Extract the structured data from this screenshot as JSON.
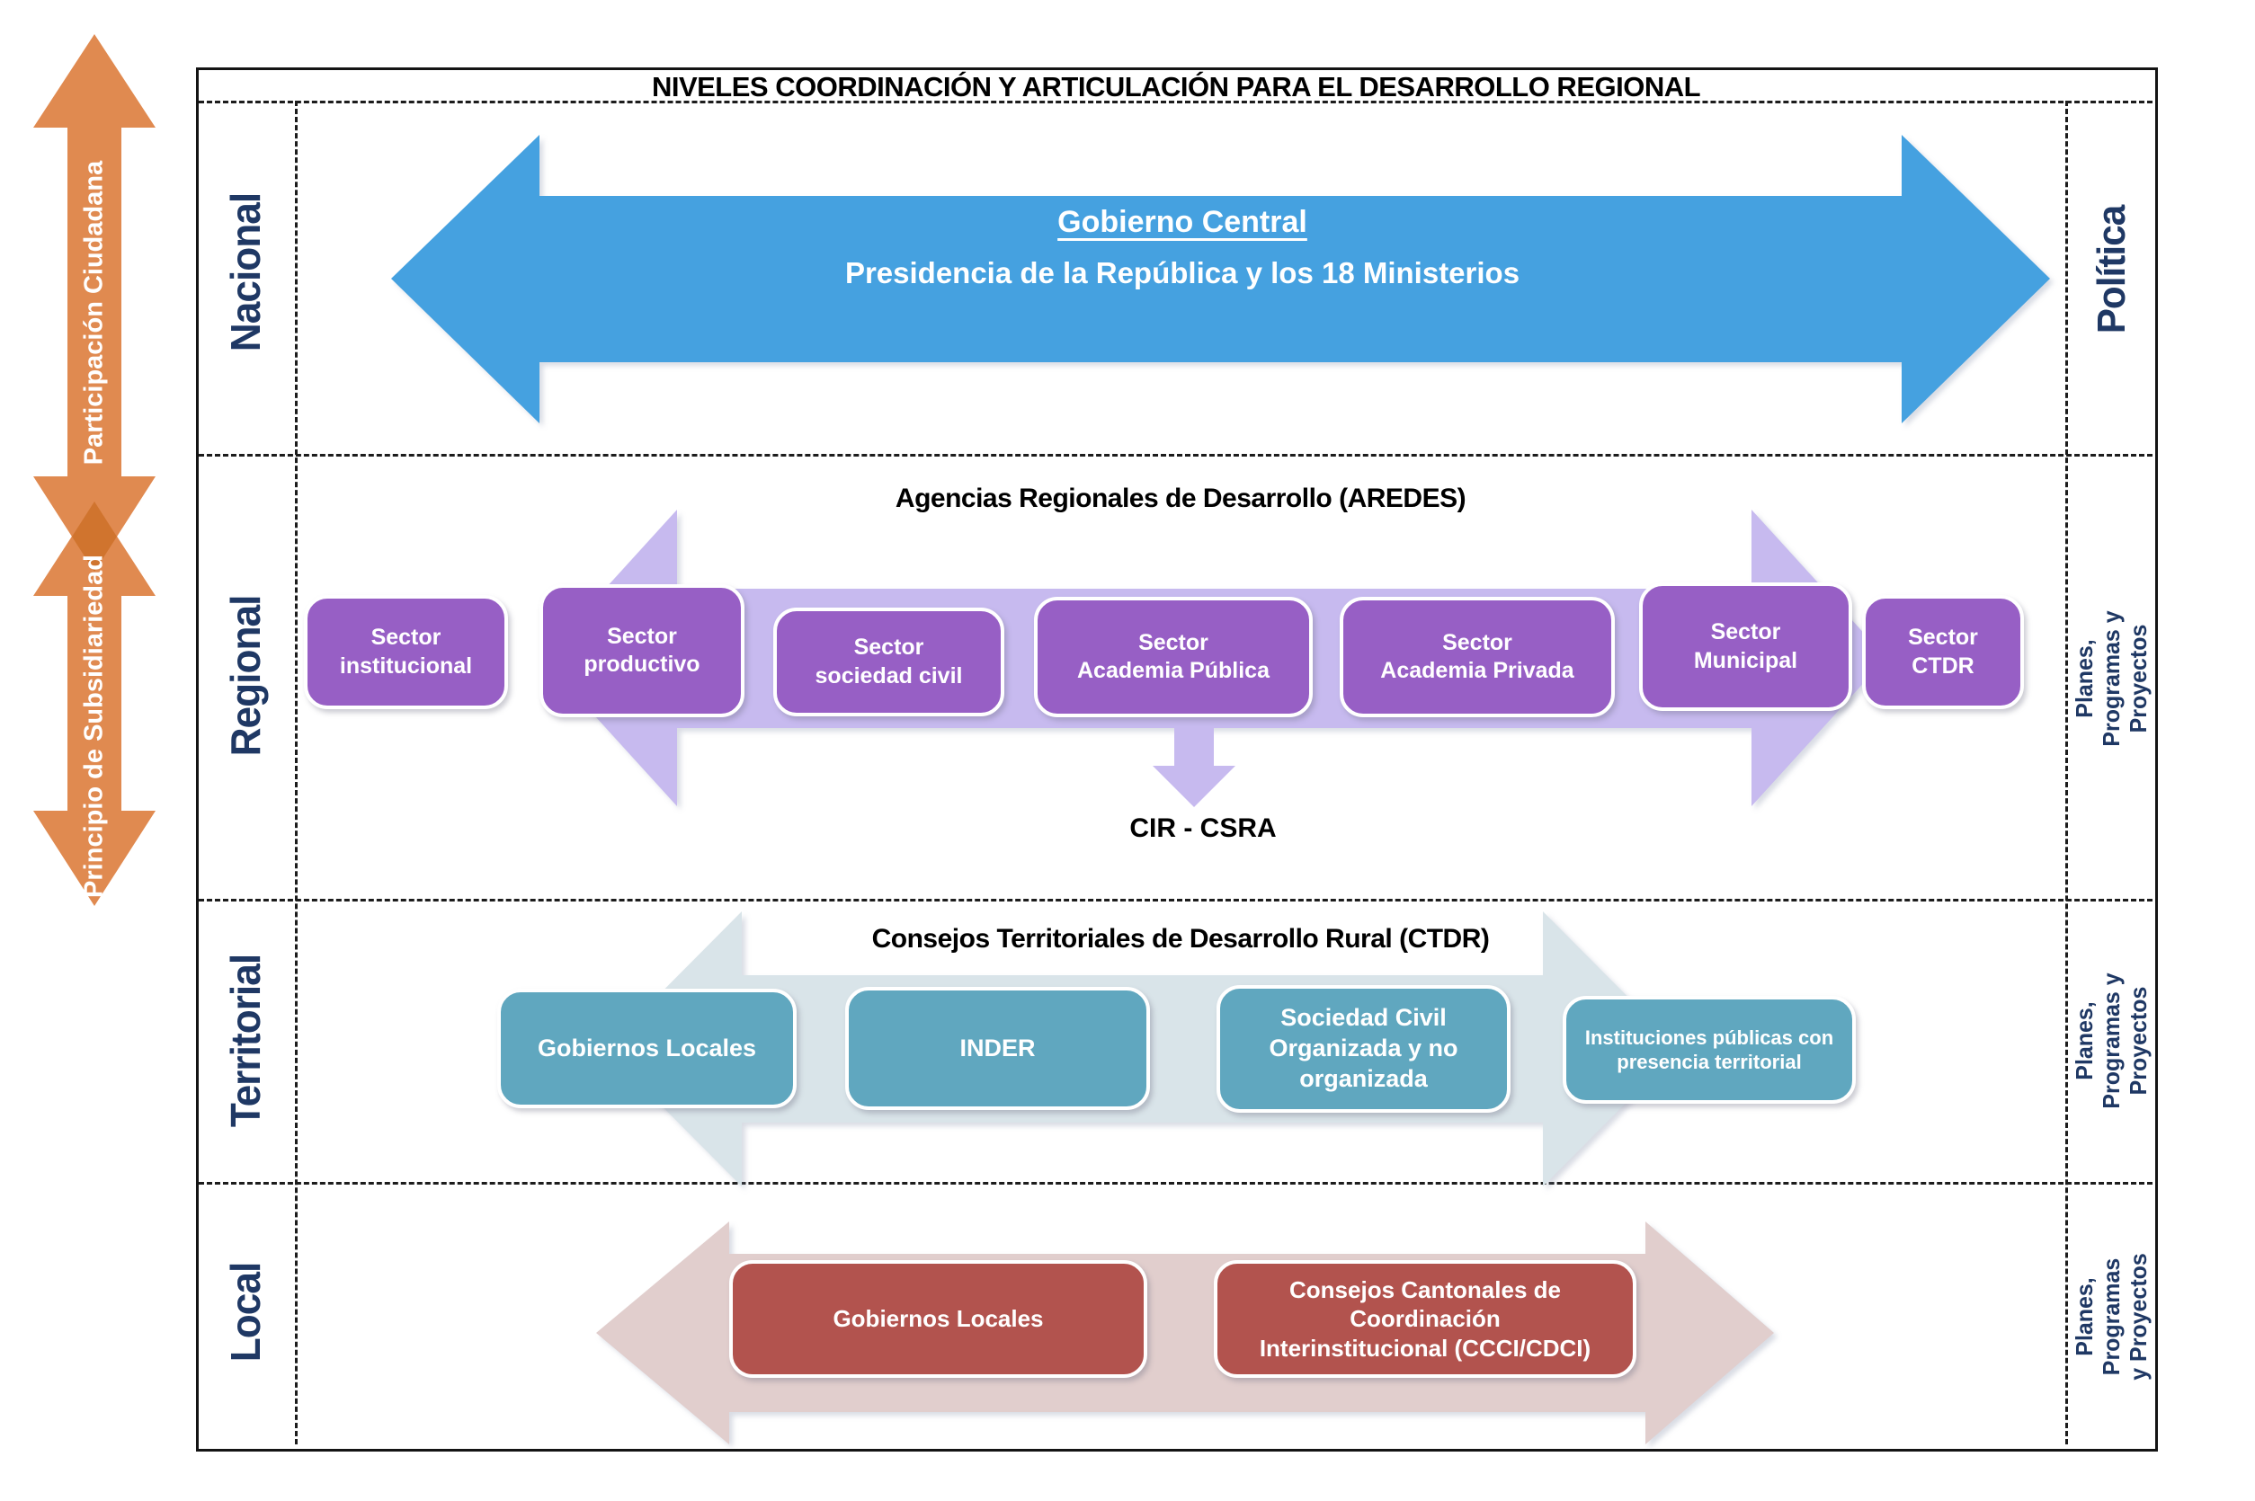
{
  "title": "NIVELES COORDINACIÓN Y ARTICULACIÓN PARA EL DESARROLLO REGIONAL",
  "side_arrows": {
    "participacion": "Participación Ciudadana",
    "subsidiariedad": "Principio de Subsidiariedad"
  },
  "row_labels": {
    "nacional": "Nacional",
    "regional": "Regional",
    "territorial": "Territorial",
    "local": "Local"
  },
  "right_labels": {
    "nacional": "Política",
    "regional": "Planes, Programas y\nProyectos",
    "territorial": "Planes, Programas y\nProyectos",
    "local": "Planes, Programas\ny Proyectos"
  },
  "nacional": {
    "arrow_title": "Gobierno Central",
    "arrow_subtitle": "Presidencia de la República y los 18 Ministerios"
  },
  "regional": {
    "section_title": "Agencias Regionales de Desarrollo (AREDES)",
    "boxes": [
      "Sector\ninstitucional",
      "Sector\nproductivo",
      "Sector\nsociedad civil",
      "Sector\nAcademia Pública",
      "Sector\nAcademia Privada",
      "Sector\nMunicipal",
      "Sector\nCTDR"
    ],
    "down_arrow_label": "CIR - CSRA"
  },
  "territorial": {
    "section_title": "Consejos Territoriales de Desarrollo Rural (CTDR)",
    "boxes": [
      "Gobiernos Locales",
      "INDER",
      "Sociedad Civil\nOrganizada y no\norganizada",
      "Instituciones públicas con\npresencia territorial"
    ]
  },
  "local": {
    "boxes": [
      "Gobiernos Locales",
      "Consejos Cantonales de Coordinación\nInterinstitucional (CCCI/CDCI)"
    ]
  },
  "colors": {
    "orange": "#E08A50",
    "orange_overlap": "#D0742E",
    "navy": "#1F3864",
    "blue": "#45A1E0",
    "lavender": "#C7BAEF",
    "purple": "#975FC5",
    "steel": "#D9E4E9",
    "teal": "#60A7BF",
    "pink": "#E1CECD",
    "red": "#B2534E"
  }
}
